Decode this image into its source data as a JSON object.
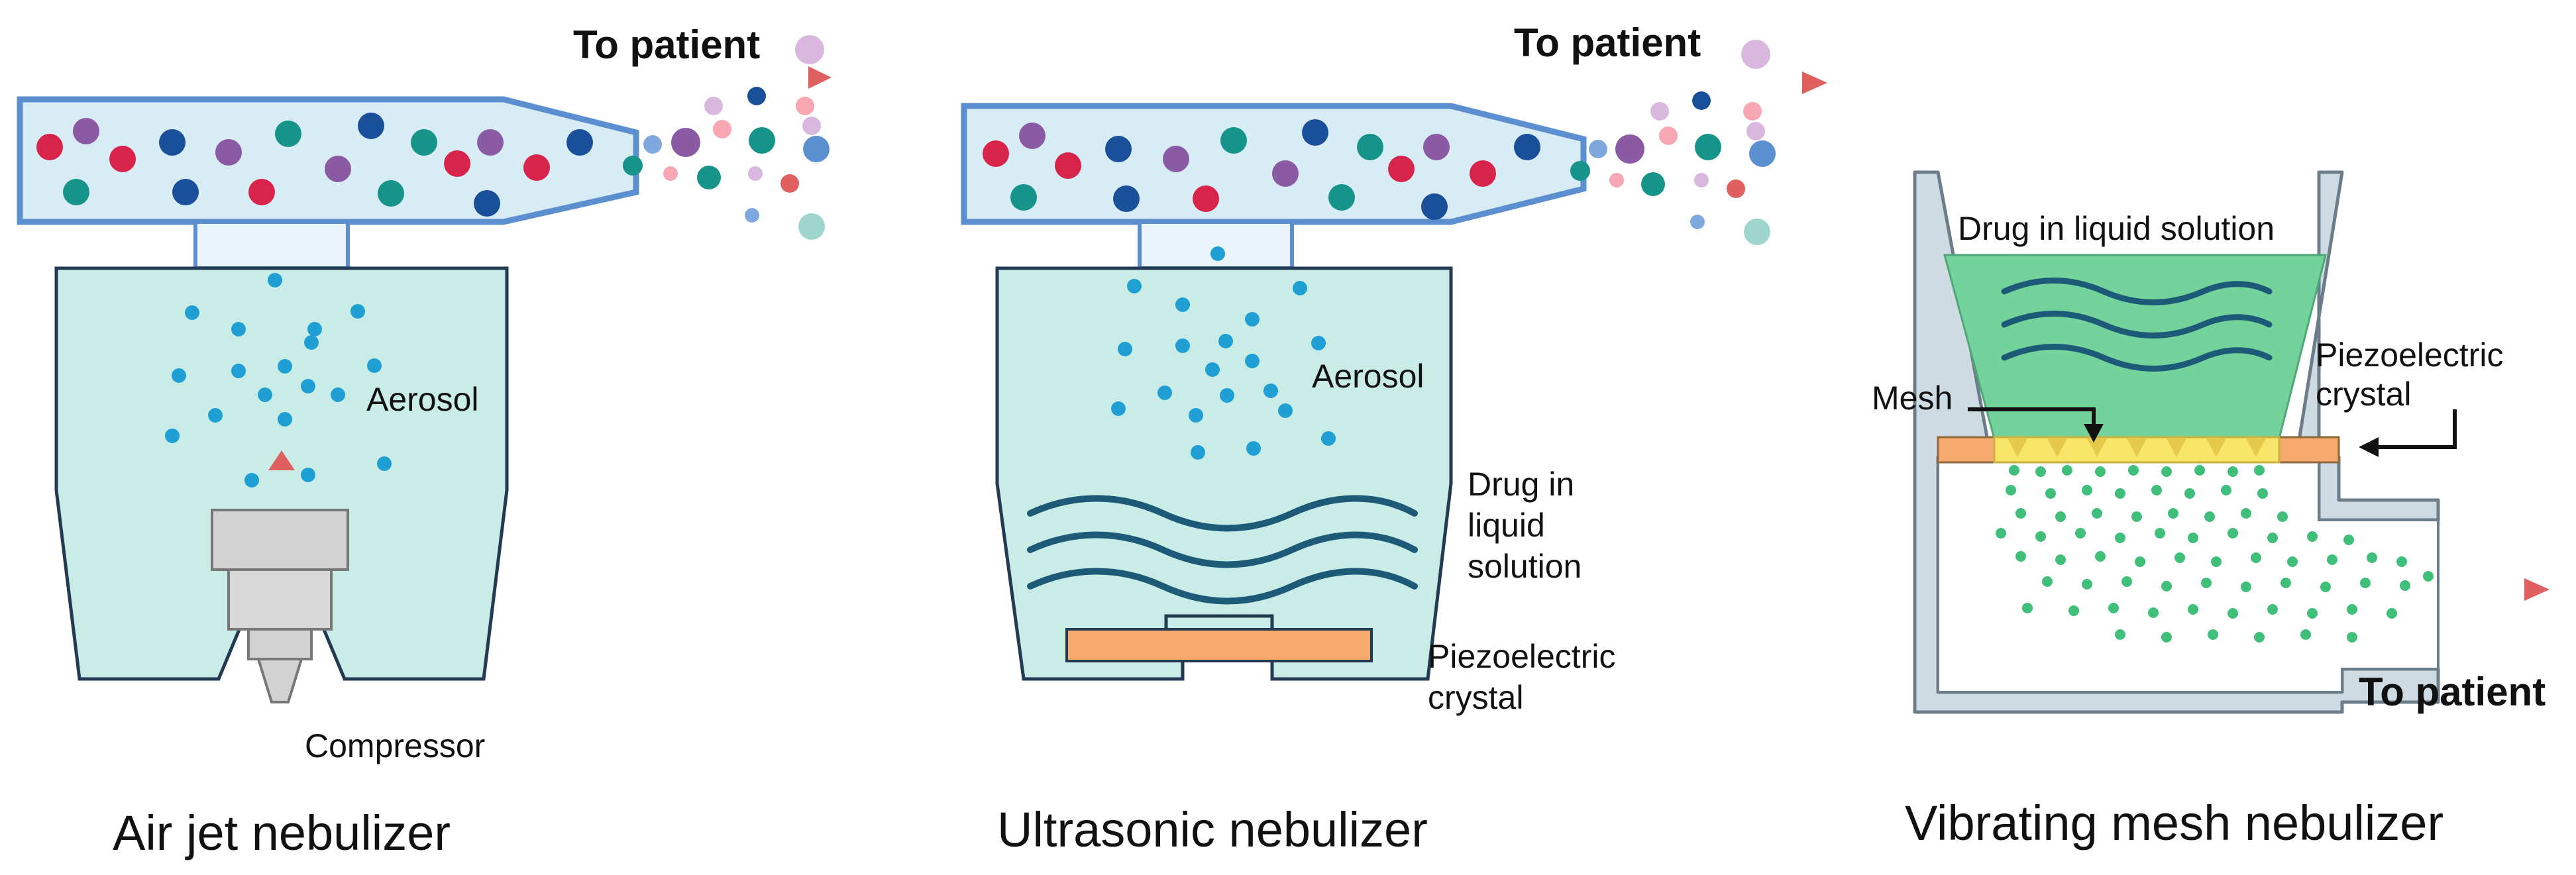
{
  "panels": {
    "air_jet": {
      "title": "Air jet nebulizer",
      "label_to_patient": "To patient",
      "label_aerosol": "Aerosol",
      "label_compressor": "Compressor"
    },
    "ultrasonic": {
      "title": "Ultrasonic nebulizer",
      "label_to_patient": "To patient",
      "label_aerosol": "Aerosol",
      "label_drug_line1": "Drug in",
      "label_drug_line2": "liquid",
      "label_drug_line3": "solution",
      "label_crystal_line1": "Piezoelectric",
      "label_crystal_line2": "crystal"
    },
    "vibrating_mesh": {
      "title": "Vibrating mesh nebulizer",
      "label_drug": "Drug in liquid solution",
      "label_mesh": "Mesh",
      "label_crystal_line1": "Piezoelectric",
      "label_crystal_line2": "crystal",
      "label_to_patient": "To patient"
    }
  },
  "colors": {
    "chamber_fill": "#c9ece7",
    "chamber_stroke": "#243a52",
    "tube_fill": "#d8ecf6",
    "tube_stroke": "#5b8fd0",
    "arrow": "#e06060",
    "crystal": "#f5a96a",
    "mesh_yellow": "#f8e66a",
    "drug_green": "#74d39a",
    "wave": "#1c5a78",
    "aerosol_blue": "#1f9fd4",
    "aerosol_green": "#3fbf7a",
    "particle_red": "#d8244a",
    "particle_purple": "#8a5aa4",
    "particle_navy": "#1a4f9a",
    "particle_teal": "#16948a"
  }
}
